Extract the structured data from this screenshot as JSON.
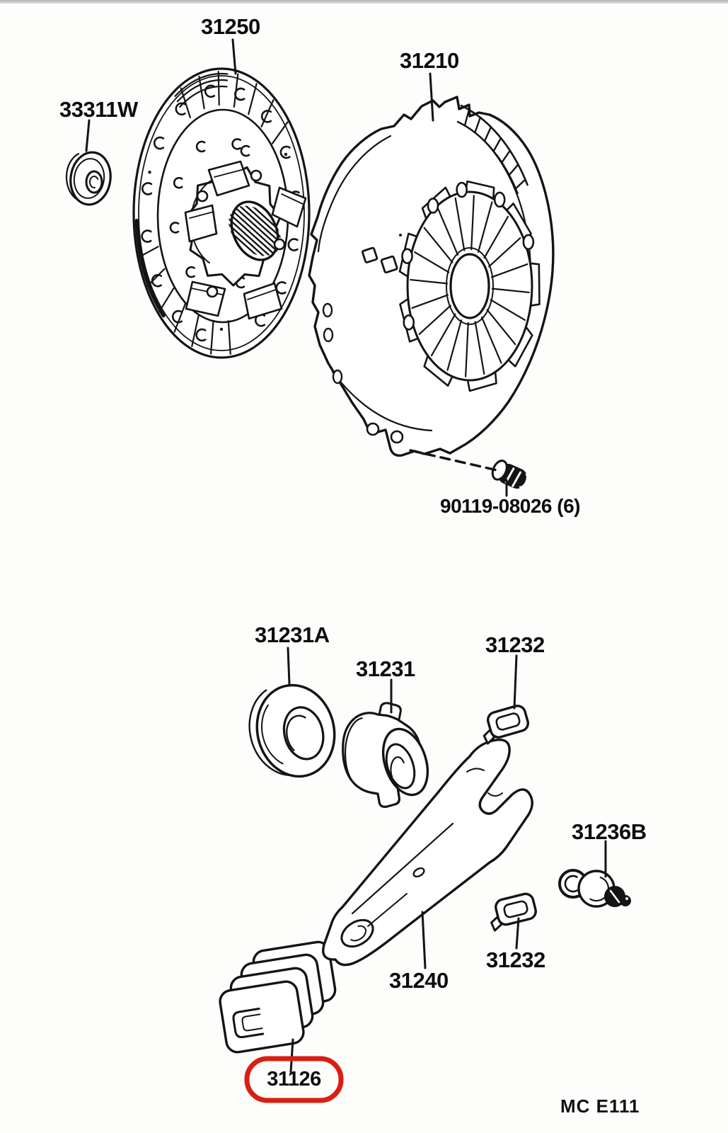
{
  "diagram": {
    "title_note": "clutch-assembly-parts-diagram",
    "labels": {
      "disc": "31250",
      "pilot_bearing": "33311W",
      "cover": "31210",
      "set_bolt": "90119-08026 (6)",
      "bearing_ring": "31231A",
      "release_bearing": "31231",
      "clip_upper": "31232",
      "pivot_stud": "31236B",
      "clip_lower": "31232",
      "fork": "31240",
      "boot": "31126",
      "code": "MC E111"
    },
    "highlight_color": "#d81f12",
    "line_color": "#141414",
    "background": "#fdfdfc"
  }
}
